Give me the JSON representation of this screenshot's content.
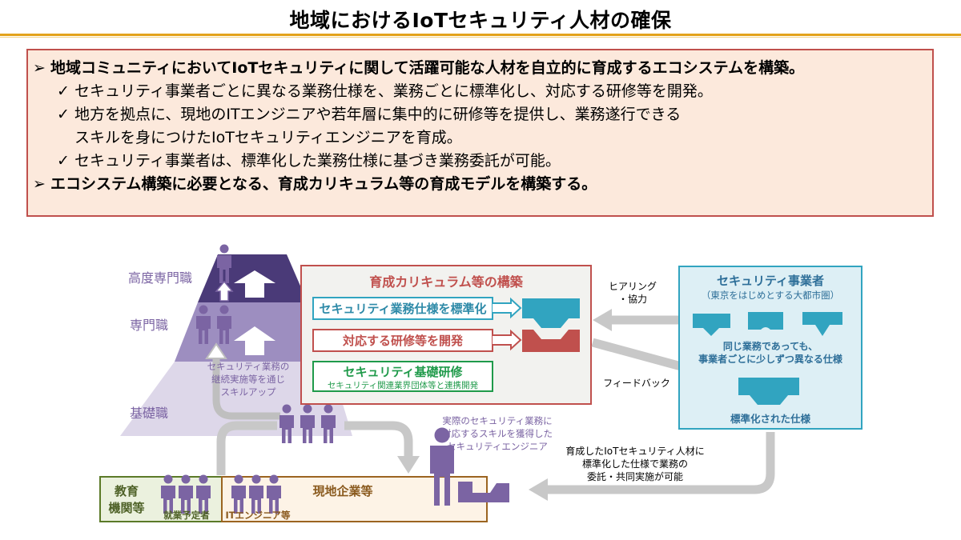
{
  "title": "地域におけるIoTセキュリティ人材の確保",
  "summary": {
    "point1": "地域コミュニティにおいてIoTセキュリティに関して活躍可能な人材を自立的に育成するエコシステムを構築。",
    "checks": [
      "セキュリティ事業者ごとに異なる業務仕様を、業務ごとに標準化し、対応する研修等を開発。",
      "地方を拠点に、現地のITエンジニアや若年層に集中的に研修等を提供し、業務遂行できる",
      "スキルを身につけたIoTセキュリティエンジニアを育成。",
      "セキュリティ事業者は、標準化した業務仕様に基づき業務委託が可能。"
    ],
    "point2": "エコシステム構築に必要となる、育成カリキュラム等の育成モデルを構築する。"
  },
  "diagram": {
    "pyramid": {
      "levels": [
        "高度専門職",
        "専門職",
        "基礎職"
      ],
      "note": [
        "セキュリティ業務の",
        "継続実施等を通じ",
        "スキルアップ"
      ]
    },
    "curriculum": {
      "title": "育成カリキュラム等の構築",
      "item1": "セキュリティ業務仕様を標準化",
      "item2": "対応する研修等を開発",
      "item3": "セキュリティ基礎研修",
      "item3_sub": "セキュリティ関連業界団体等と連携開発"
    },
    "hearing": [
      "ヒアリング",
      "・協力"
    ],
    "feedback": "フィードバック",
    "vendor": {
      "title": "セキュリティ事業者",
      "subtitle": "（東京をはじめとする大都市圏）",
      "note": [
        "同じ業務であっても、",
        "事業者ごとに少しずつ異なる仕様"
      ],
      "standard": "標準化された仕様"
    },
    "engineer_note": [
      "実際のセキュリティ業務に",
      "対応するスキルを獲得した",
      "セキュリティエンジニア"
    ],
    "outcome_note": [
      "育成したIoTセキュリティ人材に",
      "標準化した仕様で業務の",
      "委託・共同実施が可能"
    ],
    "education": {
      "title1": "教育",
      "title2": "機関等",
      "people": "就業予定者"
    },
    "local": {
      "title": "現地企業等",
      "people": "ITエンジニア等"
    }
  },
  "colors": {
    "accent_orange": "#e3a21a",
    "box_red": "#c0504d",
    "box_fill": "#fce9dc",
    "purple": "#7b64a3",
    "teal": "#31a4c0",
    "green": "#1f9a4a",
    "local_border": "#9b6420",
    "edu_border": "#5b7a28"
  }
}
